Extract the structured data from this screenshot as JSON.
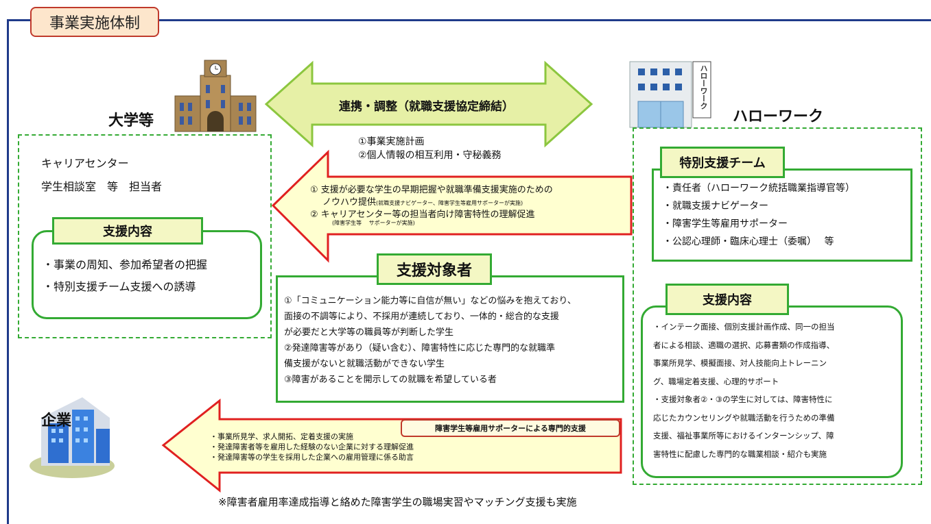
{
  "title": "事業実施体制",
  "university": {
    "name": "大学等",
    "staff": [
      "キャリアセンター",
      "学生相談室　等　担当者"
    ],
    "support_label": "支援内容",
    "support_items": [
      "・事業の周知、参加希望者の把握",
      "・特別支援チーム支援への誘導"
    ]
  },
  "hellowork": {
    "name": "ハローワーク",
    "sign_text": "ハローワーク",
    "team_label": "特別支援チーム",
    "team_members": [
      "・責任者（ハローワーク統括職業指導官等）",
      "・就職支援ナビゲーター",
      "・障害学生等雇用サポーター",
      "・公認心理師・臨床心理士（委嘱）　 等"
    ],
    "support_label": "支援内容",
    "support_lines": [
      "・インテーク面接、個別支援計画作成、同一の担当",
      "者による相談、適職の選択、応募書類の作成指導、",
      "事業所見学、模擬面接、対人技能向上トレーニン",
      "グ、職場定着支援、心理的サポート",
      "・支援対象者②・③の学生に対しては、障害特性に",
      "応じたカウンセリングや就職活動を行うための準備",
      "支援、福祉事業所等におけるインターンシップ、障",
      "害特性に配慮した専門的な職業相談・紹介も実施"
    ]
  },
  "cooperation": {
    "label": "連携・調整（就職支援協定締結）",
    "items": [
      "①事業実施計画",
      "②個人情報の相互利用・守秘義務"
    ]
  },
  "hw_to_univ": {
    "line1": "① 支援が必要な学生の早期把握や就職準備支援実施のための",
    "line2_main": "ノウハウ提供",
    "line2_small": "(就職支援ナビゲーター、障害学生等雇用サポーターが実施)",
    "line3": "② キャリアセンター等の担当者向け障害特性の理解促進",
    "line4_small": "(障害学生等　 サポーターが実施)"
  },
  "target": {
    "label": "支援対象者",
    "lines": [
      "①「コミュニケーション能力等に自信が無い」などの悩みを抱えており、",
      "面接の不調等により、不採用が連続しており、一体的・総合的な支援",
      "が必要だと大学等の職員等が判断した学生",
      "②発達障害等があり（疑い含む）、障害特性に応じた専門的な就職準",
      "備支援がないと就職活動ができない学生",
      "③障害があることを開示しての就職を希望している者"
    ]
  },
  "company": {
    "name": "企業",
    "support_badge": "障害学生等雇用サポーターによる専門的支援",
    "items": [
      "・事業所見学、求人開拓、定着支援の実施",
      "・発達障害者等を雇用した経験のない企業に対する理解促進",
      "・発達障害等の学生を採用した企業への雇用管理に係る助言"
    ]
  },
  "footnote": "※障害者雇用率達成指導と絡めた障害学生の職場実習やマッチング支援も実施"
}
